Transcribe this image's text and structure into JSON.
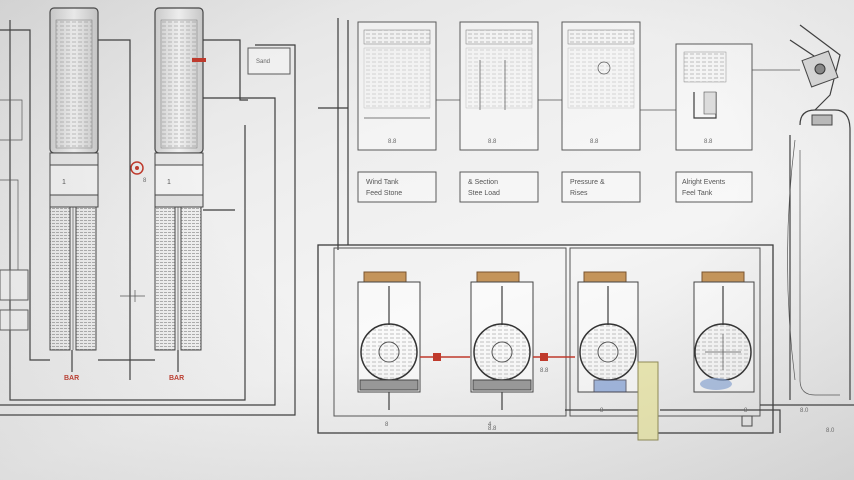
{
  "colors": {
    "line": "#3c3c3c",
    "accent_red": "#c0392b",
    "wood": "#c4945a",
    "blue_tint": "#8aa6d6",
    "yellow_column": "#e9e6b0"
  },
  "diagram": {
    "left_columns": [
      {
        "mid_number": "1",
        "bottom_label": "BAR"
      },
      {
        "mid_number": "1",
        "bottom_label": "BAR"
      }
    ],
    "small_label": "Sand",
    "red_marker": "8",
    "top_panels": [
      {
        "caption_1": "Wind Tank",
        "caption_2": "Feed Stone",
        "inner": "8.8"
      },
      {
        "caption_1": "& Section",
        "caption_2": "Stee Load",
        "inner": "8.8"
      },
      {
        "caption_1": "Pressure &",
        "caption_2": "Rises",
        "inner": "8.8"
      },
      {
        "caption_1": "Alright Events",
        "caption_2": "Feel Tank",
        "inner": "8.8"
      }
    ],
    "unit_labels": [
      "8",
      "4",
      "8",
      "8"
    ],
    "flow_labels": [
      "8.8",
      "8.0"
    ],
    "bottom_mark": "8.0"
  }
}
